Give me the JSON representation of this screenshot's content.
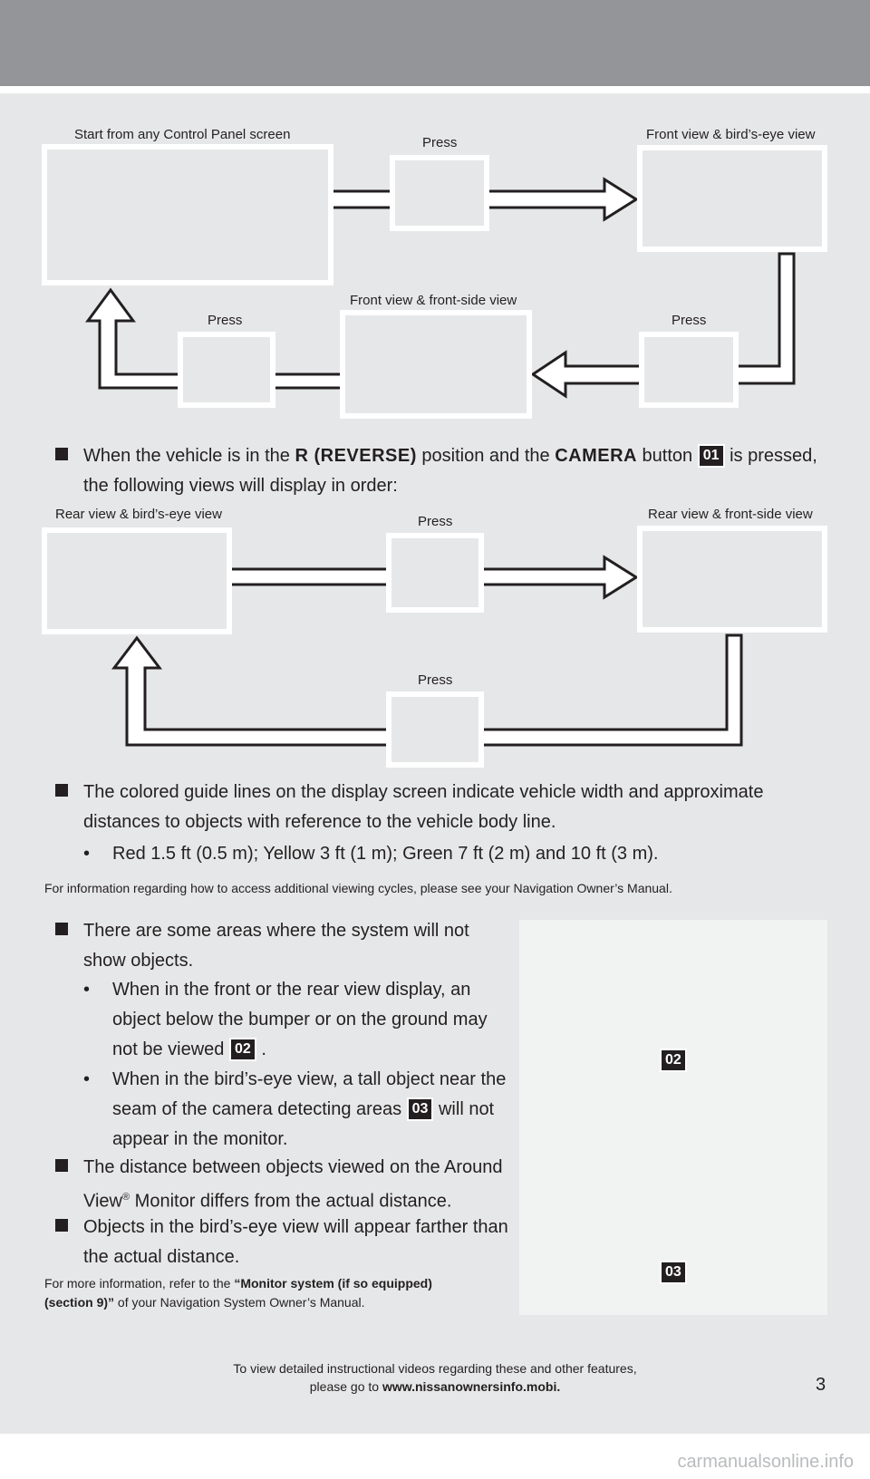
{
  "diagram1": {
    "start_caption": "Start from any Control Panel screen",
    "press_top": "Press",
    "front_birds_eye": "Front view & bird’s-eye view",
    "press_left": "Press",
    "front_side": "Front view & front-side view",
    "press_right": "Press"
  },
  "bullet1": {
    "t1": "When the vehicle is in the ",
    "b1": "R (REVERSE)",
    "t2": " position and the ",
    "b2": "CAMERA",
    "t3": " button ",
    "badge": "01",
    "t4": " is pressed,",
    "line2": "the following views will display in order:"
  },
  "diagram2": {
    "rear_birds_eye": "Rear view & bird’s-eye view",
    "press_top": "Press",
    "rear_front_side": "Rear view & front-side view",
    "press_bottom": "Press"
  },
  "bullet2": {
    "line1": "The colored guide lines on the display screen indicate vehicle width and approximate",
    "line2": "distances to objects with reference to the vehicle body line.",
    "dot": "•",
    "sub": "Red 1.5 ft (0.5 m); Yellow 3 ft (1 m); Green 7 ft (2 m) and 10 ft (3 m)."
  },
  "note1": "For information regarding how to access additional viewing cycles, please see your Navigation Owner’s Manual.",
  "bullet3": {
    "line1": "There are some areas where the system will not",
    "line2": "show objects.",
    "sub1_l1": "When in the front or the rear view display, an",
    "sub1_l2": "object below the bumper or on the ground may",
    "sub1_l3": "not be viewed",
    "sub1_badge": "02",
    "sub1_end": ".",
    "sub2_l1": "When in the bird’s-eye view, a tall object near the",
    "sub2_l2": "seam of the camera detecting areas",
    "sub2_badge": "03",
    "sub2_l2_end": "will not",
    "sub2_l3": "appear in the monitor.",
    "dot": "•"
  },
  "bullet4": {
    "line1": "The distance between objects viewed on the Around",
    "line2_a": "View",
    "line2_sup": "®",
    "line2_b": " Monitor differs from the actual distance."
  },
  "bullet5": {
    "line1": "Objects in the bird’s-eye view will appear farther than",
    "line2": "the actual distance."
  },
  "note2": {
    "t1": "For more information, refer to the ",
    "b1": "“Monitor system (if so equipped)",
    "b2": "(section 9)”",
    "t2": " of your Navigation System Owner’s Manual."
  },
  "photo": {
    "badge_top": "02",
    "badge_bottom": "03"
  },
  "footer": {
    "line1": "To view detailed instructional videos regarding these and other features,",
    "line2_a": "please go to ",
    "line2_b": "www.nissanownersinfo.mobi."
  },
  "page_number": "3",
  "watermark": "carmanualsonline.info"
}
